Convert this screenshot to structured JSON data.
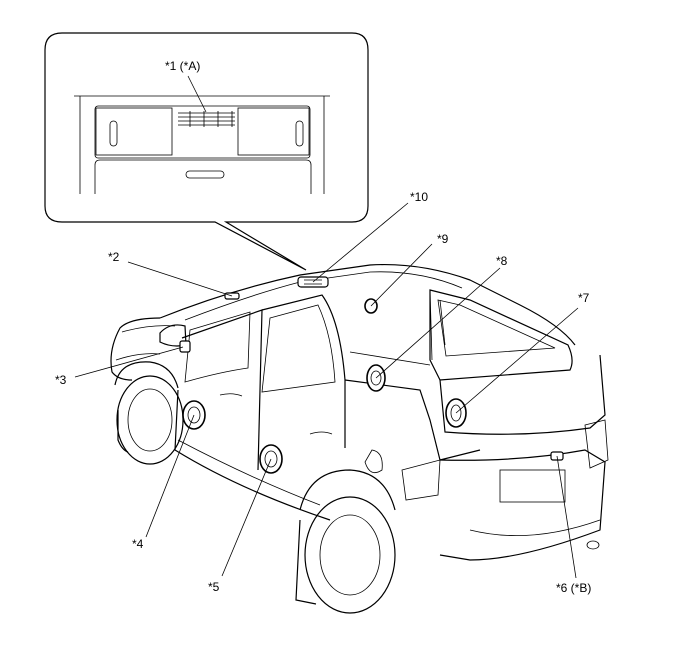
{
  "callouts": {
    "c1": "*1 (*A)",
    "c2": "*2",
    "c3": "*3",
    "c4": "*4",
    "c5": "*5",
    "c6": "*6 (*B)",
    "c7": "*7",
    "c8": "*8",
    "c9": "*9",
    "c10": "*10"
  }
}
